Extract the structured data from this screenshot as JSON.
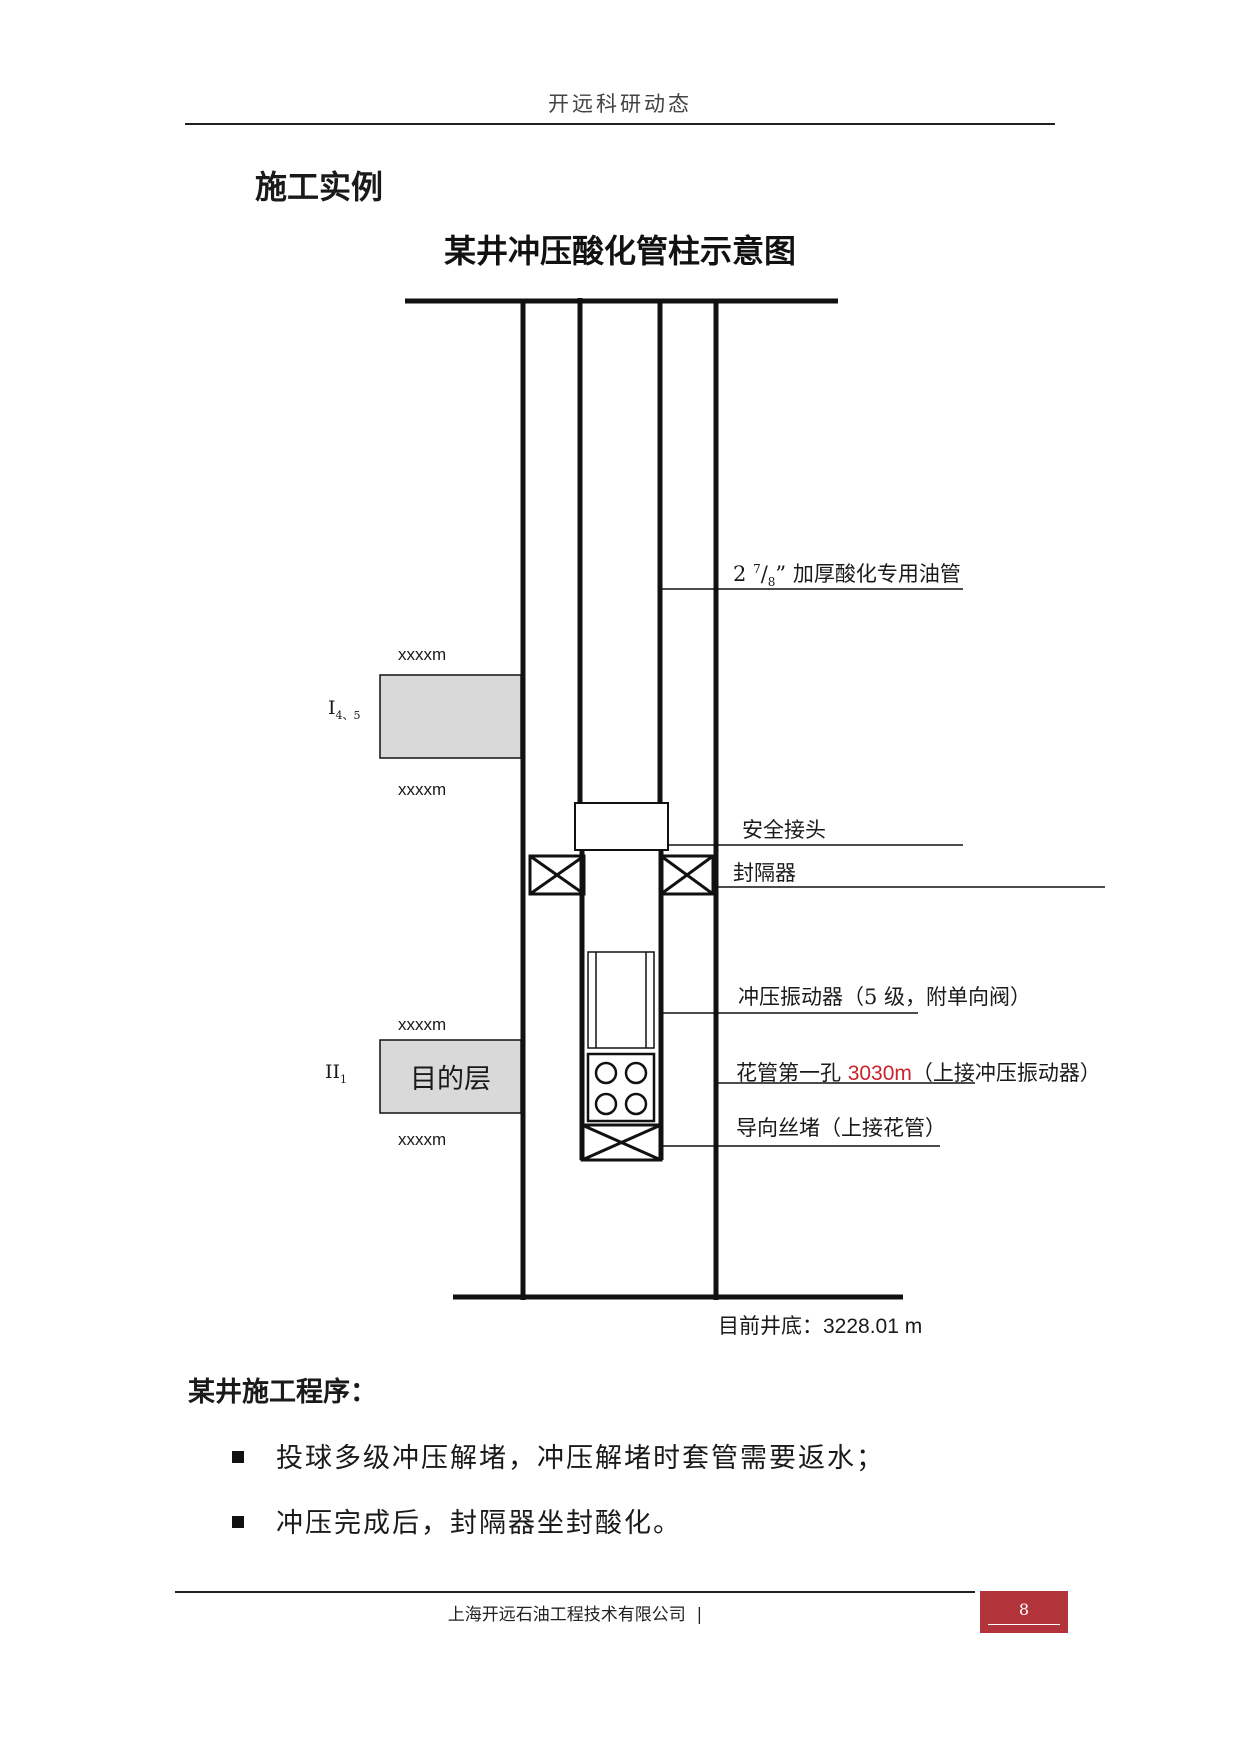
{
  "header": {
    "title": "开远科研动态"
  },
  "section": {
    "title": "施工实例"
  },
  "figure": {
    "title": "某井冲压酸化管柱示意图",
    "labels": {
      "tubing_prefix": "2",
      "tubing_num": "7",
      "tubing_den": "8",
      "tubing_rest": "” 加厚酸化专用油管",
      "safety_joint": "安全接头",
      "packer": "封隔器",
      "vibrator": "冲压振动器（5 级，附单向阀）",
      "perf_pre": "花管第一孔 ",
      "perf_depth": "3030m",
      "perf_post": "（上接冲压振动器）",
      "plug": "导向丝堵（上接花管）",
      "bottom_prefix": "目前井底：",
      "bottom_value": "3228.01 m"
    },
    "zone1": {
      "label": "I",
      "sub": "4、5",
      "top": "xxxxm",
      "bottom": "xxxxm"
    },
    "zone2": {
      "label": "II",
      "sub": "1",
      "name": "目的层",
      "top": "xxxxm",
      "bottom": "xxxxm"
    }
  },
  "procedure": {
    "title": "某井施工程序：",
    "steps": [
      "投球多级冲压解堵，冲压解堵时套管需要返水；",
      "冲压完成后，封隔器坐封酸化。"
    ]
  },
  "footer": {
    "company": "上海开远石油工程技术有限公司",
    "separator": "|",
    "page": "8"
  }
}
